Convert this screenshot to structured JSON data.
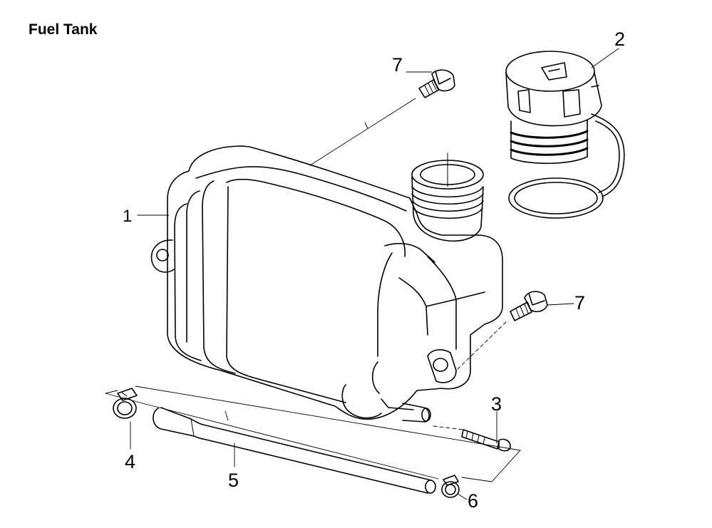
{
  "title": "Fuel Tank",
  "callouts": {
    "tank": "1",
    "cap": "2",
    "bolt_long": "3",
    "clamp_left": "4",
    "hose": "5",
    "clamp_right": "6",
    "bolt_top": "7",
    "bolt_right": "7"
  }
}
